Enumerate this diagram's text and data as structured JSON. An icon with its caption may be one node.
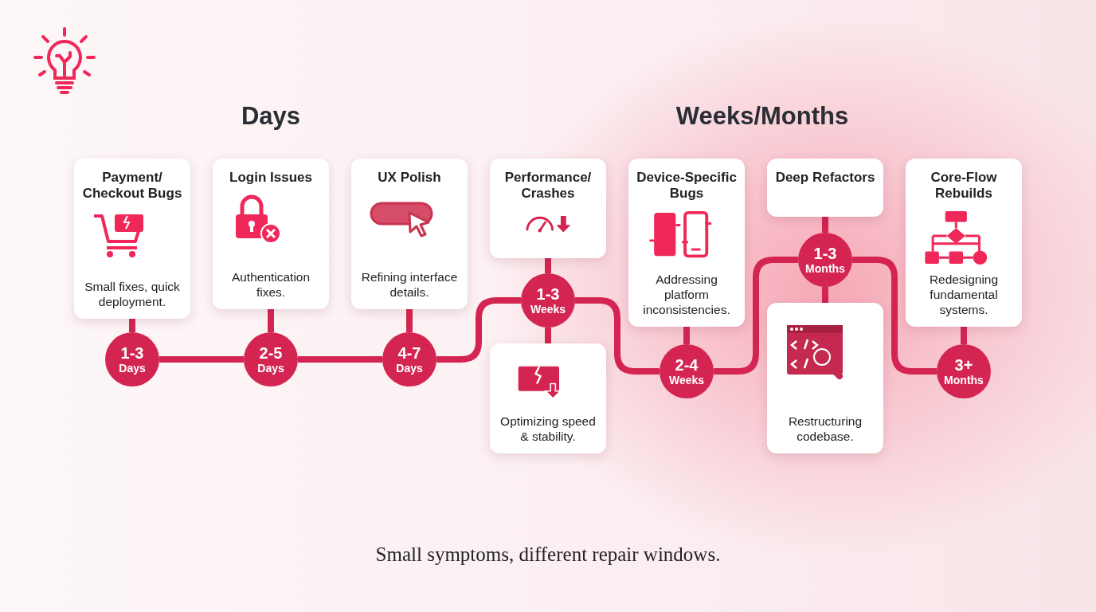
{
  "diagram": {
    "caption": "Small symptoms, different repair windows.",
    "nodes": [
      {
        "text": [
          "Payment/ Checkout Bugs",
          "Small fixes, quick deployment."
        ]
      },
      {
        "text": [
          "1-3",
          "Days"
        ]
      },
      {
        "text": [
          "Login Issues",
          "Authentication fixes."
        ]
      },
      {
        "text": [
          "2-5",
          "Days"
        ]
      },
      {
        "text": [
          "UX Polish",
          "Refining interface details."
        ]
      },
      {
        "text": [
          "4-7",
          "Days"
        ]
      },
      {
        "text": [
          "Performance/ Crashes"
        ]
      },
      {
        "text": [
          "1-3",
          "Weeks"
        ]
      },
      {
        "text": [
          "Optimizing speed & stability."
        ]
      },
      {
        "text": [
          "Device-Specific Bugs",
          "Addressing platform inconsistencies."
        ]
      },
      {
        "text": [
          "2-4",
          "Weeks"
        ]
      },
      {
        "text": [
          "Deep Refactors"
        ]
      },
      {
        "text": [
          "1-3",
          "Months"
        ]
      },
      {
        "text": [
          "Restructuring codebase."
        ]
      },
      {
        "text": [
          "Core-Flow Rebuilds",
          "Redesigning fundamental systems."
        ]
      },
      {
        "text": [
          "3+",
          "Months"
        ]
      }
    ],
    "edges": [
      {
        "from": 0,
        "to": 1,
        "arrow": "none"
      },
      {
        "from": 1,
        "to": 3,
        "arrow": "none"
      },
      {
        "from": 2,
        "to": 3,
        "arrow": "none"
      },
      {
        "from": 3,
        "to": 5,
        "arrow": "none"
      },
      {
        "from": 4,
        "to": 5,
        "arrow": "none"
      },
      {
        "from": 5,
        "to": 7,
        "arrow": "none"
      },
      {
        "from": 6,
        "to": 7,
        "arrow": "none"
      },
      {
        "from": 7,
        "to": 8,
        "arrow": "none"
      },
      {
        "from": 7,
        "to": 10,
        "arrow": "none"
      },
      {
        "from": 9,
        "to": 10,
        "arrow": "none"
      },
      {
        "from": 10,
        "to": 12,
        "arrow": "none"
      },
      {
        "from": 11,
        "to": 12,
        "arrow": "none"
      },
      {
        "from": 12,
        "to": 13,
        "arrow": "none"
      },
      {
        "from": 12,
        "to": 15,
        "arrow": "none"
      },
      {
        "from": 14,
        "to": 15,
        "arrow": "none"
      }
    ],
    "labels": [
      "Days",
      "Weeks/Months"
    ]
  }
}
